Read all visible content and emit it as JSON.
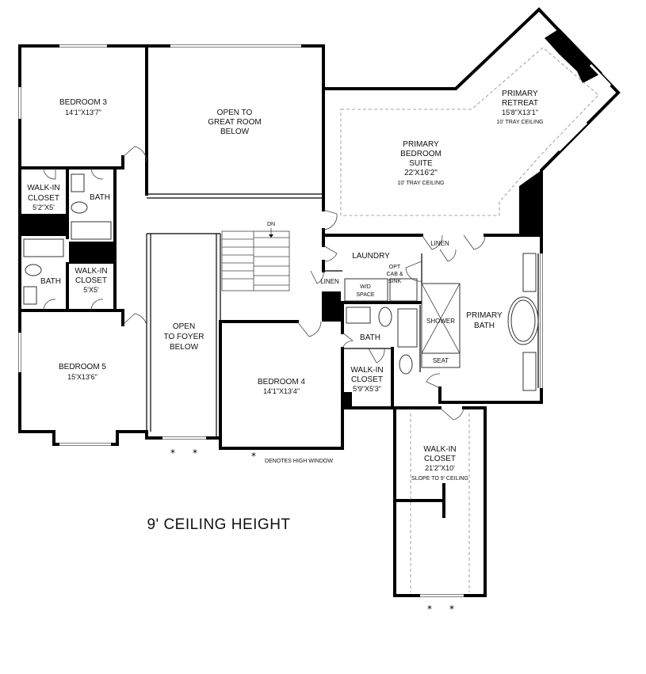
{
  "rooms": {
    "bedroom3": {
      "name": "BEDROOM 3",
      "size": "14'1\"X13'7\""
    },
    "open_great_room": {
      "line1": "OPEN TO",
      "line2": "GREAT ROOM",
      "line3": "BELOW"
    },
    "primary_bedroom": {
      "line1": "PRIMARY",
      "line2": "BEDROOM",
      "line3": "SUITE",
      "size": "22'X16'2\"",
      "note": "10' TRAY CEILING"
    },
    "primary_retreat": {
      "line1": "PRIMARY",
      "line2": "RETREAT",
      "size": "15'8\"X13'1\"",
      "note": "10' TRAY CEILING"
    },
    "walkin_closet_left_top": {
      "line1": "WALK-IN",
      "line2": "CLOSET",
      "size": "5'2\"X5'"
    },
    "bath_left_top": {
      "name": "BATH"
    },
    "bath_left_mid": {
      "name": "BATH"
    },
    "walkin_closet_left_mid": {
      "line1": "WALK-IN",
      "line2": "CLOSET",
      "size": "5'X5'"
    },
    "dn": {
      "label": "DN"
    },
    "laundry": {
      "name": "LAUNDRY",
      "opt_line1": "OPT",
      "opt_line2": "CAB &",
      "opt_line3": "SINK"
    },
    "linen_top": {
      "name": "LINEN"
    },
    "linen_left": {
      "name": "LINEN"
    },
    "wd_space": {
      "line1": "W/D",
      "line2": "SPACE"
    },
    "shower": {
      "name": "SHOWER"
    },
    "seat": {
      "name": "SEAT"
    },
    "primary_bath": {
      "line1": "PRIMARY",
      "line2": "BATH"
    },
    "bath_center": {
      "name": "BATH"
    },
    "walkin_closet_center": {
      "line1": "WALK-IN",
      "line2": "CLOSET",
      "size": "5'9\"X5'3\""
    },
    "open_foyer": {
      "line1": "OPEN",
      "line2": "TO FOYER",
      "line3": "BELOW"
    },
    "bedroom5": {
      "name": "BEDROOM 5",
      "size": "15'X13'6\""
    },
    "bedroom4": {
      "name": "BEDROOM 4",
      "size": "14'1\"X13'4\""
    },
    "walkin_closet_primary": {
      "line1": "WALK-IN",
      "line2": "CLOSET",
      "size": "21'2\"X10'",
      "note": "SLOPE TO 9' CEILING"
    }
  },
  "notes": {
    "high_window_star": "*",
    "high_window_text": "DENOTES HIGH WINDOW",
    "ceiling_height": "9' CEILING HEIGHT"
  }
}
